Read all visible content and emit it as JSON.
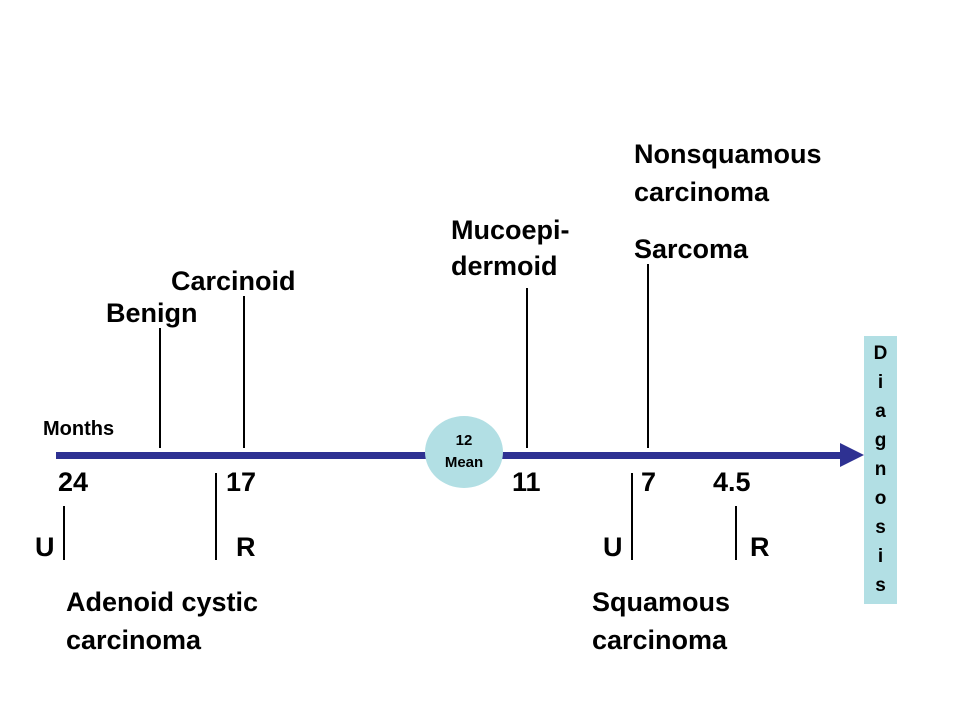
{
  "axis_label": "Months",
  "axis_color": "#2e3192",
  "badge_color": "#b2dfe4",
  "mean_marker": {
    "value": "12",
    "label": "Mean"
  },
  "axis_end_label_letters": [
    "D",
    "i",
    "a",
    "g",
    "n",
    "o",
    "s",
    "i",
    "s"
  ],
  "tick_values": [
    "24",
    "17",
    "11",
    "7",
    "4.5"
  ],
  "markers": {
    "U": "U",
    "R": "R"
  },
  "labels_above": {
    "benign": "Benign",
    "carcinoid": "Carcinoid",
    "mucoepi_line1": "Mucoepi-",
    "mucoepi_line2": "dermoid",
    "nonsquamous_line1": "Nonsquamous",
    "nonsquamous_line2": "carcinoma",
    "sarcoma": "Sarcoma"
  },
  "labels_below": {
    "adenoid_line1": "Adenoid cystic",
    "adenoid_line2": "carcinoma",
    "squamous_line1": "Squamous",
    "squamous_line2": "carcinoma"
  }
}
